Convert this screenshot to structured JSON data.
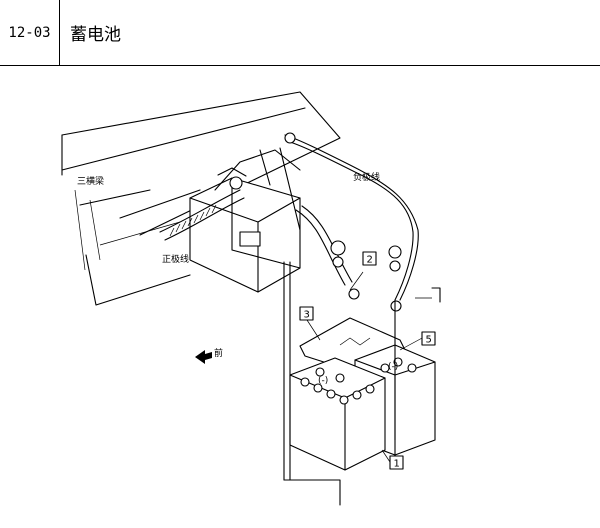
{
  "header": {
    "code": "12-03",
    "title": "蓄电池"
  },
  "labels": {
    "crossbeam": "三横梁",
    "negative_cable": "负极线",
    "positive_cable": "正极线",
    "front": "前",
    "minus_sign": "(-)",
    "minus_sign_2": "(-)"
  },
  "callouts": [
    "1",
    "2",
    "3",
    "5"
  ]
}
